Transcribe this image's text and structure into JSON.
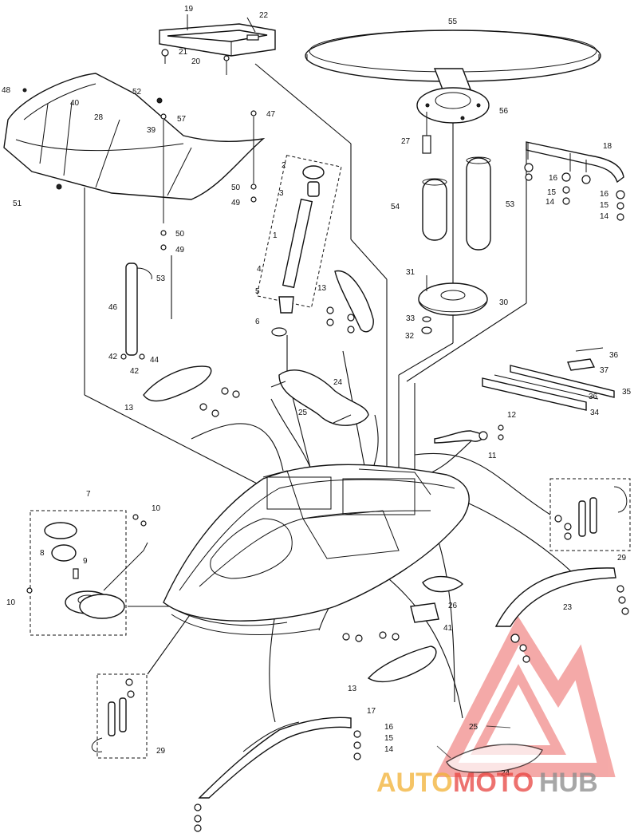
{
  "callouts": {
    "c19": "19",
    "c22": "22",
    "c21": "21",
    "c20": "20",
    "c55": "55",
    "c56": "56",
    "c48a": "48",
    "c52": "52",
    "c40": "40",
    "c28": "28",
    "c57": "57",
    "c47": "47",
    "c39": "39",
    "c51": "51",
    "c2": "2",
    "c3": "3",
    "c50a": "50",
    "c49a": "49",
    "c27": "27",
    "c18": "18",
    "c16a": "16",
    "c15a": "15",
    "c14a": "14",
    "c16b": "16",
    "c15b": "15",
    "c14b": "14",
    "c54": "54",
    "c53": "53",
    "c50b": "50",
    "c49b": "49",
    "c1": "1",
    "c4": "4",
    "c5": "5",
    "c6": "6",
    "c53b": "53",
    "c46": "46",
    "c42a": "42",
    "c44": "44",
    "c42b": "42",
    "c13a": "13",
    "c31": "31",
    "c30": "30",
    "c33": "33",
    "c32": "32",
    "c36a": "36",
    "c37": "37",
    "c35": "35",
    "c36b": "36",
    "c34": "34",
    "c24a": "24",
    "c25a": "25",
    "c12": "12",
    "c11": "11",
    "c13b": "13",
    "c7": "7",
    "c10a": "10",
    "c8": "8",
    "c9": "9",
    "c10b": "10",
    "c29a": "29",
    "c26": "26",
    "c41": "41",
    "c23": "23",
    "c13c": "13",
    "c29b": "29",
    "c17": "17",
    "c16c": "16",
    "c15c": "15",
    "c14c": "14",
    "c25b": "25",
    "c24b": "24"
  },
  "watermark": {
    "auto": "AUTO",
    "moto": "MOTO",
    "hub": "HUB",
    "color_red": "#e8433f",
    "color_gold": "#f2b134",
    "color_gray": "#8a8a8a"
  }
}
